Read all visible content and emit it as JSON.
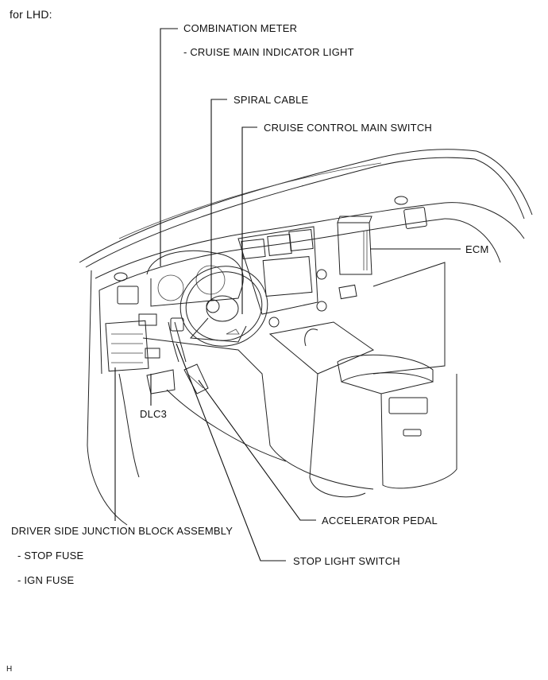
{
  "header": {
    "variant": "for LHD:"
  },
  "labels": {
    "combination_meter": "COMBINATION METER",
    "combination_meter_sub": "- CRUISE MAIN INDICATOR LIGHT",
    "spiral_cable": "SPIRAL CABLE",
    "cruise_switch": "CRUISE CONTROL MAIN SWITCH",
    "ecm": "ECM",
    "dlc3": "DLC3",
    "junction_block": "DRIVER SIDE JUNCTION BLOCK ASSEMBLY",
    "stop_fuse": "- STOP FUSE",
    "ign_fuse": "- IGN FUSE",
    "accelerator_pedal": "ACCELERATOR PEDAL",
    "stop_light_switch": "STOP LIGHT SWITCH"
  },
  "footer": {
    "code": "H"
  }
}
